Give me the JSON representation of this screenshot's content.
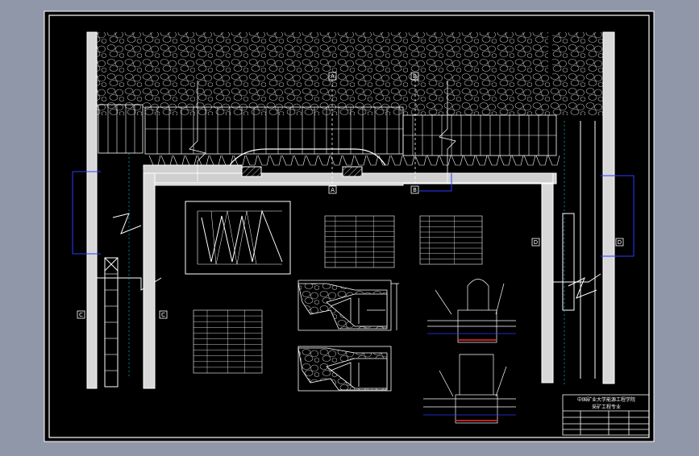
{
  "drawing": {
    "title": "?????",
    "section_markers": [
      "A",
      "B",
      "C",
      "D"
    ],
    "title_block": {
      "org_line": "中国矿业大学能源工程学院",
      "project_line": "采矿工程专业"
    }
  },
  "colors": {
    "frame_bg": "#8f97a8",
    "sheet_bg": "#000000",
    "lines": "#ffffff",
    "dimensions": "#2c3cff",
    "highlight": "#ff2a2a",
    "cyan": "#00d0ff"
  }
}
